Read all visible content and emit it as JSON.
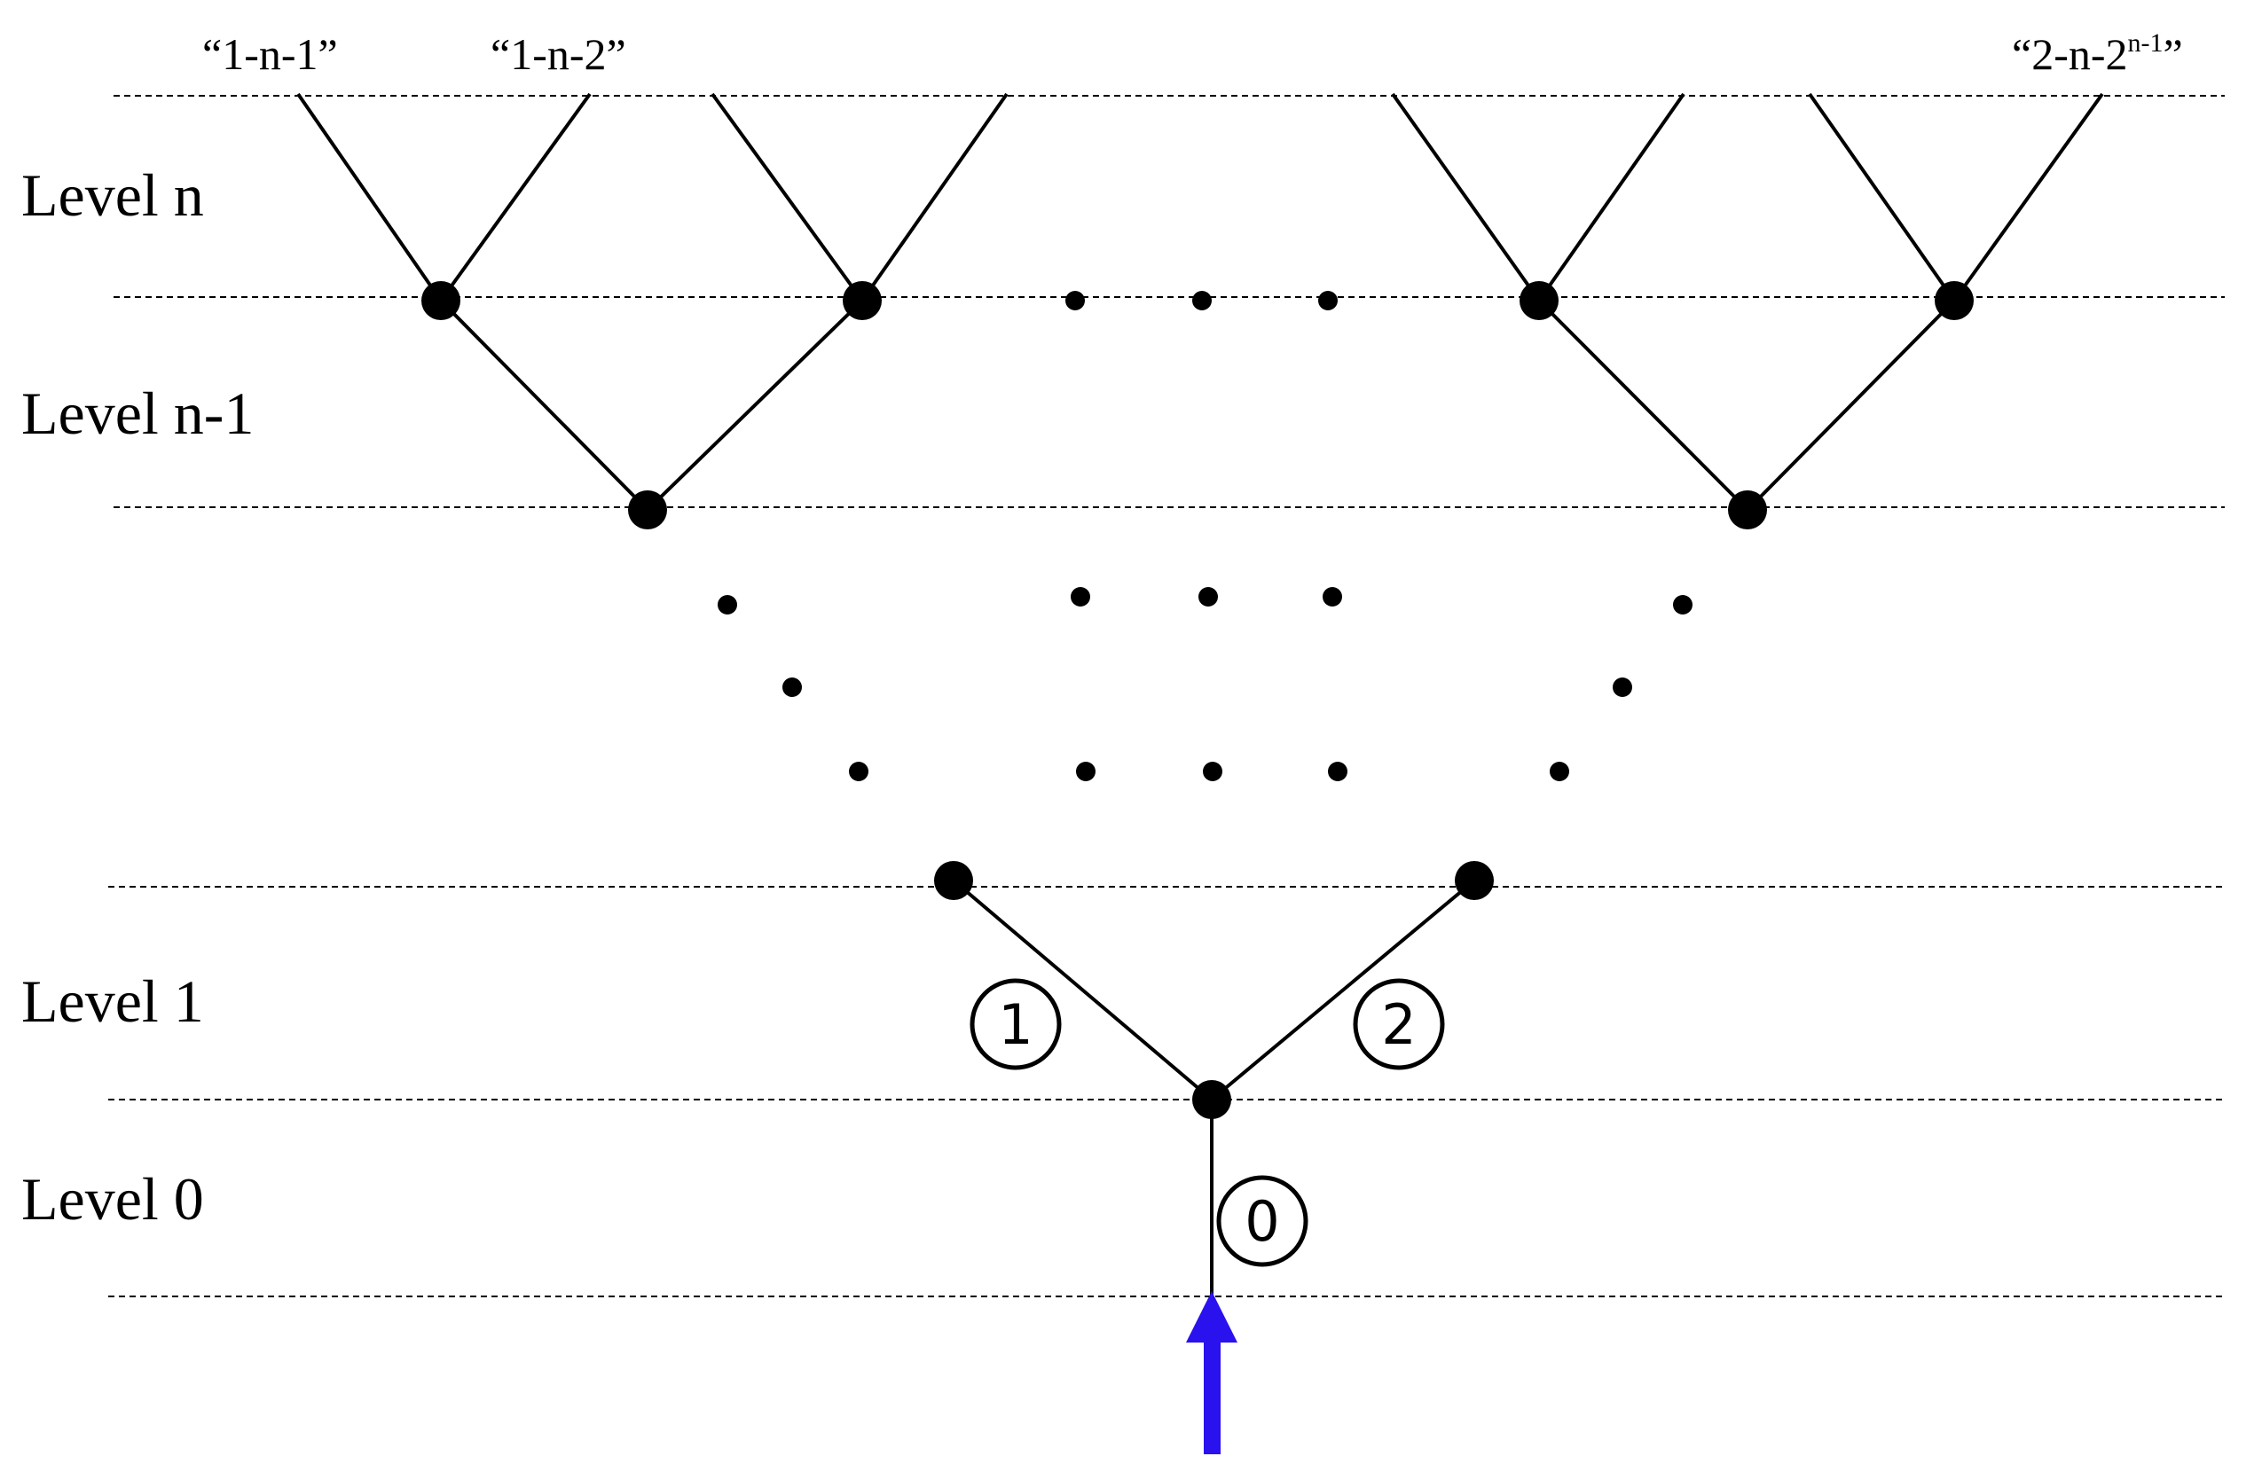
{
  "levels": {
    "level_n": "Level n",
    "level_n_minus_1": "Level n-1",
    "level_1": "Level 1",
    "level_0": "Level 0"
  },
  "leaf_labels": {
    "first": "“1-n-1”",
    "second": "“1-n-2”",
    "last_base": "“2-n-2",
    "last_superscript": "n-1",
    "last_close": "”"
  },
  "edge_markers": {
    "left_branch": "1",
    "right_branch": "2",
    "trunk": "0"
  },
  "colors": {
    "lines": "#000000",
    "nodes": "#000000",
    "arrow": "#2a12ee"
  },
  "arrow_icon": "arrow-up-icon"
}
